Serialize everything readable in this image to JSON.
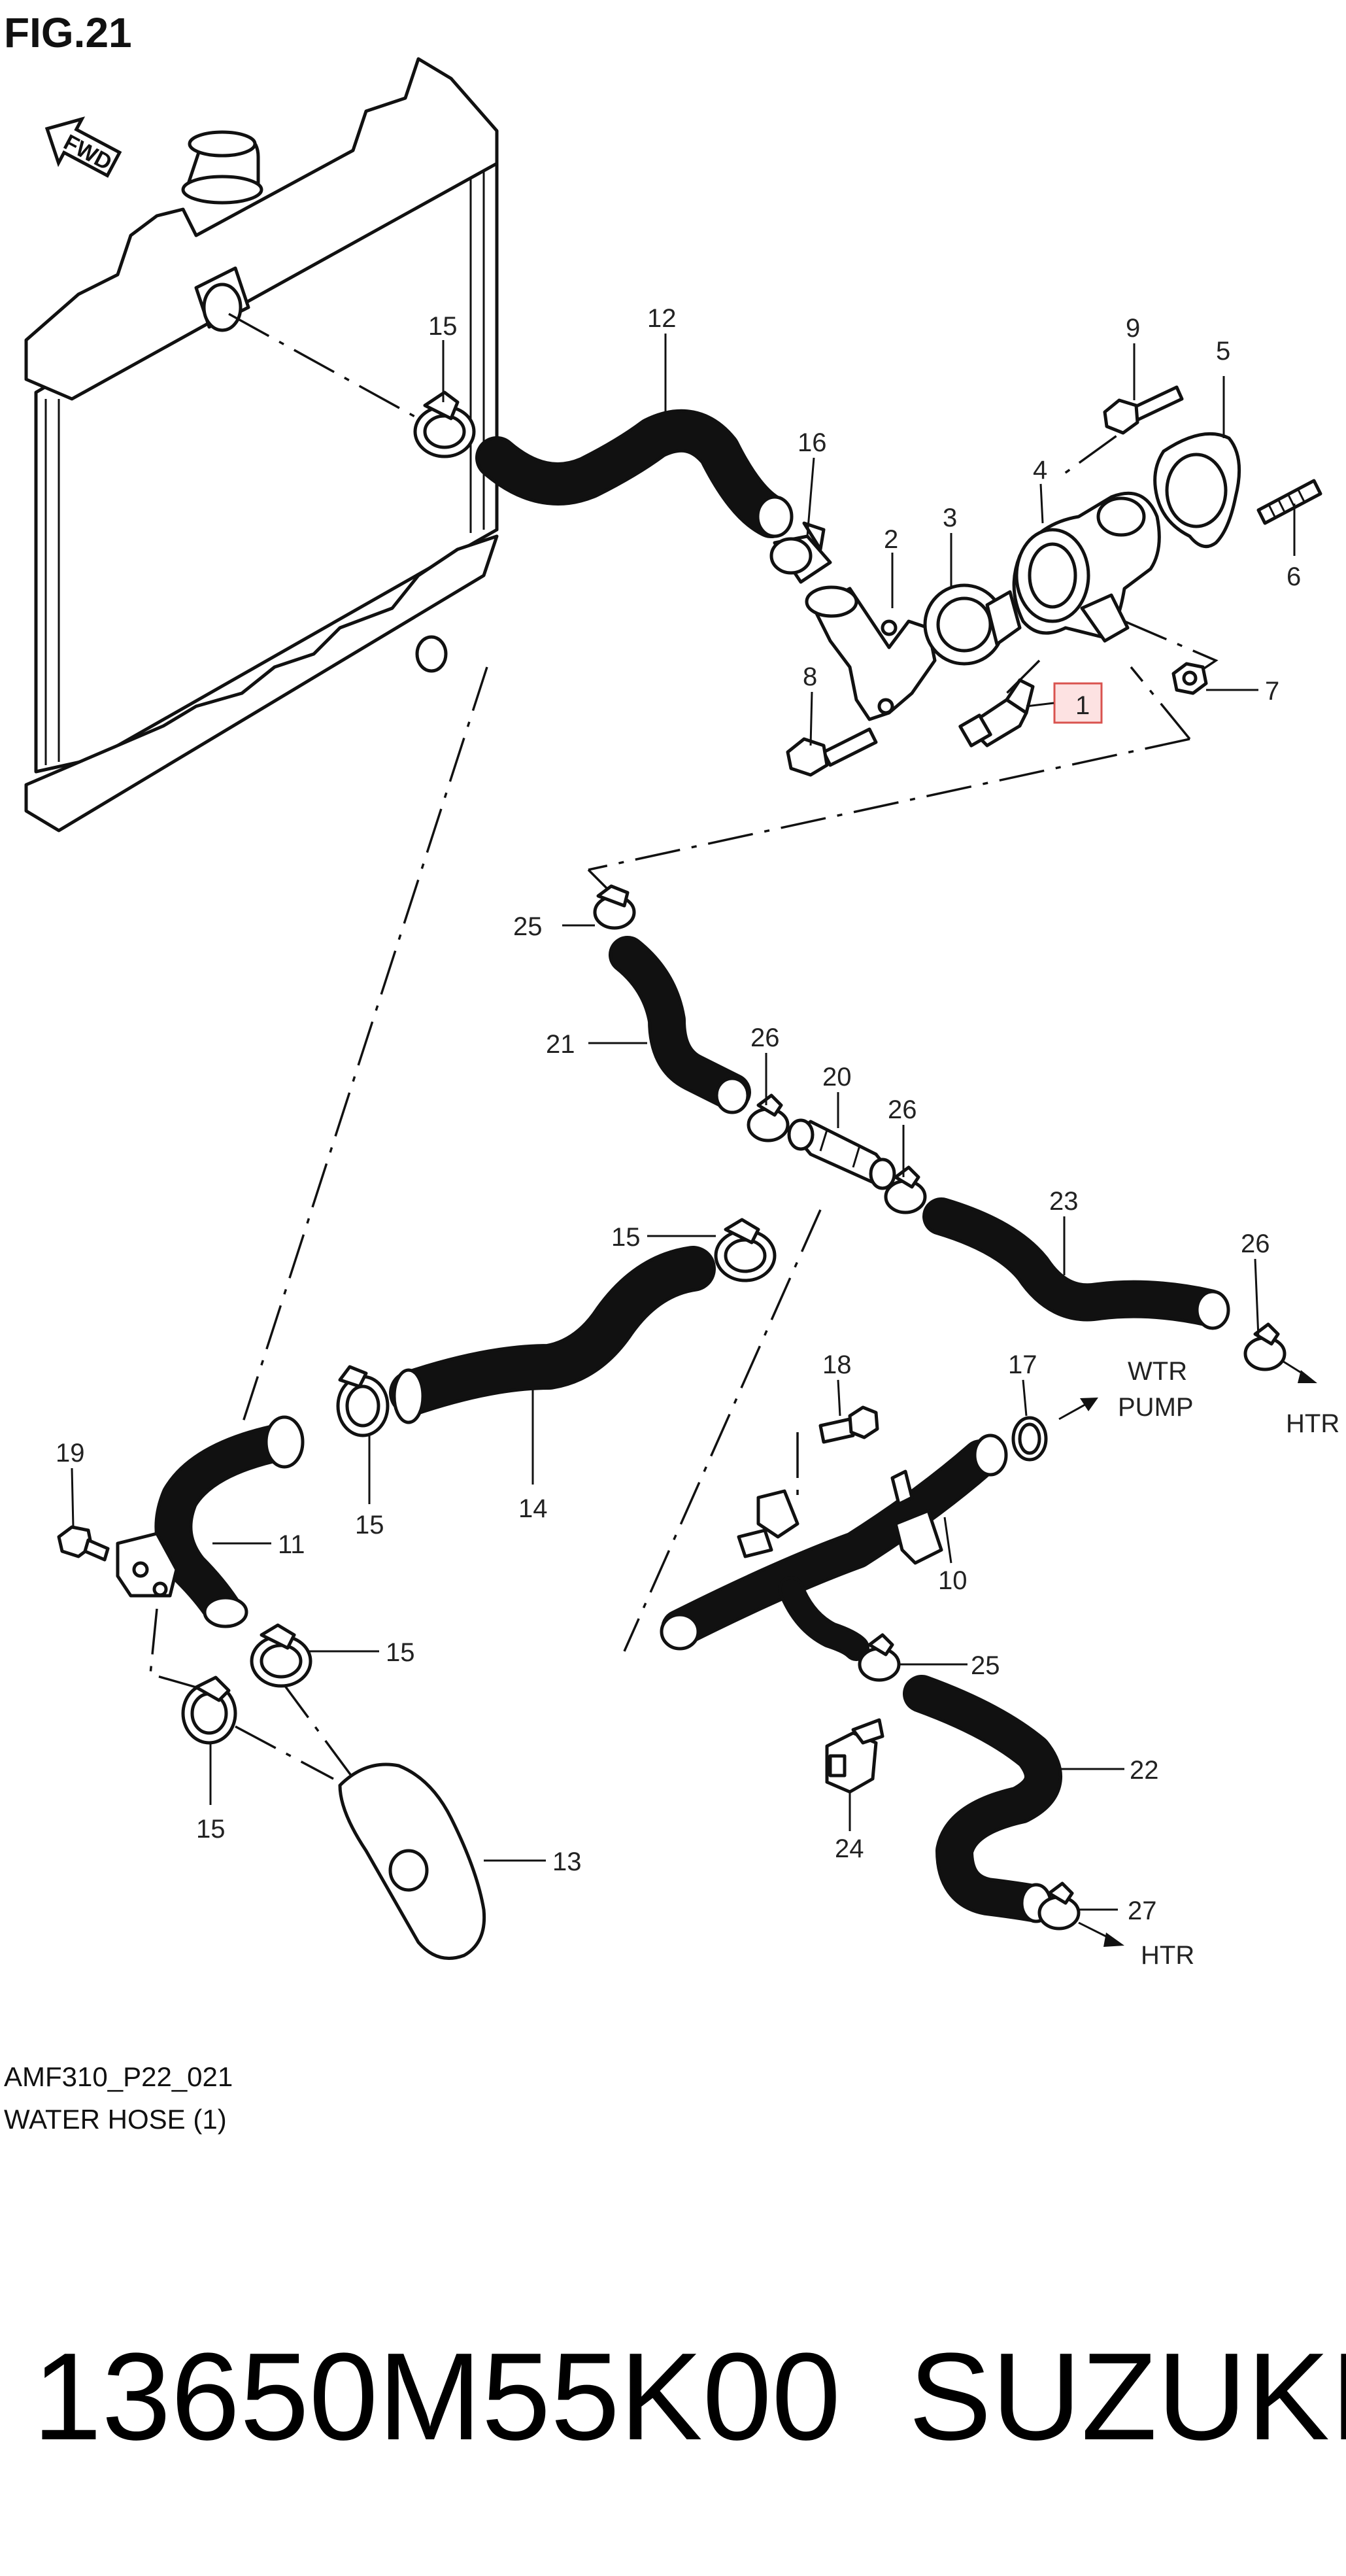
{
  "figure": {
    "title": "FIG.21",
    "code": "AMF310_P22_021",
    "caption": "WATER HOSE (1)",
    "fwd": "FWD"
  },
  "labels": {
    "l1": "1",
    "l2": "2",
    "l3": "3",
    "l4": "4",
    "l5": "5",
    "l6": "6",
    "l7": "7",
    "l8": "8",
    "l9": "9",
    "l10": "10",
    "l11": "11",
    "l12": "12",
    "l13": "13",
    "l14": "14",
    "l15a": "15",
    "l15b": "15",
    "l15c": "15",
    "l15d": "15",
    "l15e": "15",
    "l16": "16",
    "l17": "17",
    "l18": "18",
    "l19": "19",
    "l20": "20",
    "l21": "21",
    "l22": "22",
    "l23": "23",
    "l24": "24",
    "l25a": "25",
    "l25b": "25",
    "l26a": "26",
    "l26b": "26",
    "l26c": "26",
    "l27": "27"
  },
  "destinations": {
    "wtr": "WTR",
    "pump": "PUMP",
    "htr1": "HTR",
    "htr2": "HTR"
  },
  "footer": {
    "part_number": "13650M55K00",
    "brand": "SUZUKI"
  },
  "colors": {
    "line": "#111111",
    "highlight_border": "#d9534f",
    "highlight_fill": "#fde2e2"
  }
}
